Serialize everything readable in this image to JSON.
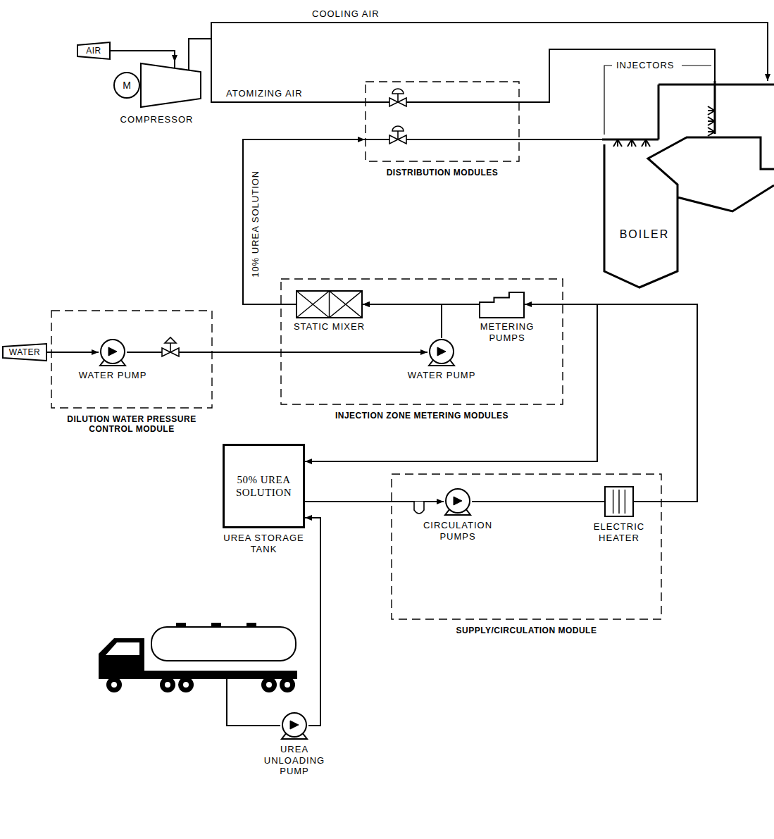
{
  "diagram": {
    "nodes": [
      {
        "text": [
          "AIR"
        ]
      },
      {
        "text": [
          "M",
          "COMPRESSOR"
        ]
      },
      {
        "text": [
          "DISTRIBUTION MODULES"
        ]
      },
      {
        "text": [
          "BOILER"
        ]
      },
      {
        "text": [
          "INJECTION ZONE METERING MODULES"
        ]
      },
      {
        "text": [
          "STATIC MIXER"
        ],
        "in": 4
      },
      {
        "text": [
          "METERING PUMPS"
        ],
        "in": 4
      },
      {
        "text": [
          "WATER PUMP"
        ],
        "in": 4
      },
      {
        "text": [
          "WATER"
        ]
      },
      {
        "text": [
          "DILUTION WATER PRESSURE CONTROL MODULE"
        ]
      },
      {
        "text": [
          "WATER PUMP"
        ],
        "in": 9
      },
      {
        "text": [
          "50% UREA SOLUTION",
          "UREA STORAGE TANK"
        ]
      },
      {
        "text": [
          "SUPPLY/CIRCULATION MODULE"
        ]
      },
      {
        "text": [
          "CIRCULATION PUMPS"
        ],
        "in": 12
      },
      {
        "text": [
          "ELECTRIC HEATER"
        ],
        "in": 12
      },
      {
        "text": [
          "UREA UNLOADING PUMP"
        ]
      }
    ],
    "edges": [
      {
        "from": 0,
        "to": 1,
        "arrow": "to"
      },
      {
        "from": 1,
        "to": 2,
        "label": "ATOMIZING AIR",
        "arrow": "none"
      },
      {
        "from": 1,
        "to": 3,
        "label": "COOLING AIR",
        "arrow": "to"
      },
      {
        "from": 2,
        "to": 3,
        "arrow": "none"
      },
      {
        "from": 2,
        "to": 3,
        "arrow": "none"
      },
      {
        "from": 5,
        "to": 2,
        "label": "10% UREA SOLUTION",
        "arrow": "to"
      },
      {
        "from": 6,
        "to": 5,
        "arrow": "to"
      },
      {
        "from": 7,
        "to": 5,
        "arrow": "to"
      },
      {
        "from": 8,
        "to": 10,
        "arrow": "to"
      },
      {
        "from": 10,
        "to": 7,
        "arrow": "to"
      },
      {
        "from": 11,
        "to": 13,
        "arrow": "to"
      },
      {
        "from": 13,
        "to": 14,
        "arrow": "none"
      },
      {
        "from": 14,
        "to": 6,
        "arrow": "to"
      },
      {
        "from": 14,
        "to": 11,
        "arrow": "to"
      },
      {
        "from": 15,
        "to": 11,
        "arrow": "to"
      }
    ],
    "labels": [
      "INJECTORS"
    ]
  }
}
